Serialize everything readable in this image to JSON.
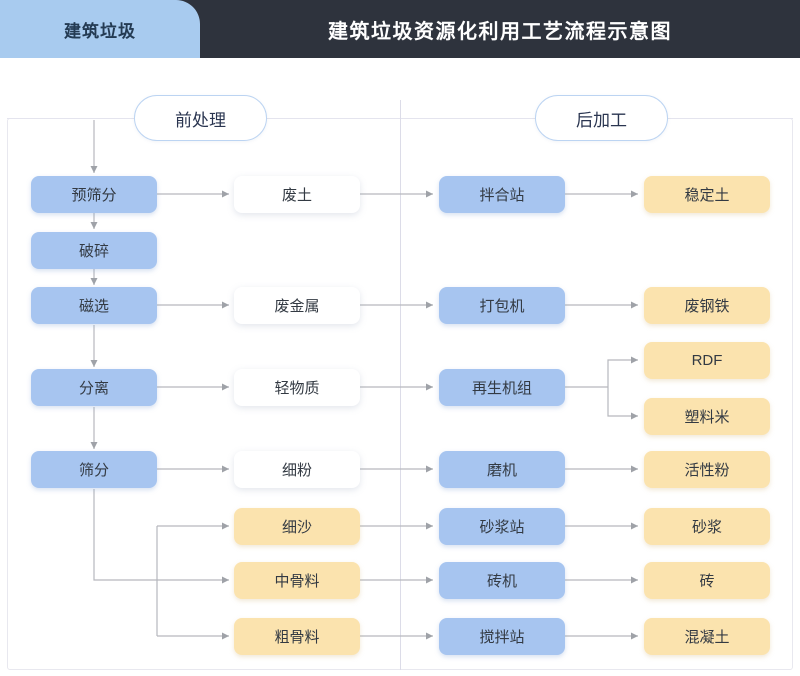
{
  "header": {
    "tab_label": "建筑垃圾",
    "title": "建筑垃圾资源化利用工艺流程示意图",
    "tab_color": "#a8cbef",
    "bar_color": "#2e333d"
  },
  "sections": [
    {
      "label": "前处理"
    },
    {
      "label": "后加工"
    }
  ],
  "palette": {
    "process_blue": "#a7c5f0",
    "material_white": "#ffffff",
    "product_yellow": "#fbe3ae",
    "connector_gray": "#b6b8bd",
    "divider": "#dcdce8"
  },
  "columns": [
    {
      "name": "pre-process-steps",
      "type": "process",
      "color": "#a7c5f0"
    },
    {
      "name": "intermediate-materials",
      "type": "material",
      "color": "#ffffff"
    },
    {
      "name": "post-process-equipment",
      "type": "process",
      "color": "#a7c5f0"
    },
    {
      "name": "final-products",
      "type": "product",
      "color": "#fbe3ae"
    }
  ],
  "nodes": {
    "col1": [
      {
        "id": "pre-screen",
        "label": "预筛分"
      },
      {
        "id": "crush",
        "label": "破碎"
      },
      {
        "id": "magnetic-separation",
        "label": "磁选"
      },
      {
        "id": "separation",
        "label": "分离"
      },
      {
        "id": "screening",
        "label": "筛分"
      }
    ],
    "col2": [
      {
        "id": "waste-soil",
        "label": "废土",
        "style": "white"
      },
      {
        "id": "waste-metal",
        "label": "废金属",
        "style": "white"
      },
      {
        "id": "light-material",
        "label": "轻物质",
        "style": "white"
      },
      {
        "id": "fine-powder",
        "label": "细粉",
        "style": "white"
      },
      {
        "id": "fine-sand",
        "label": "细沙",
        "style": "yellow"
      },
      {
        "id": "medium-aggregate",
        "label": "中骨料",
        "style": "yellow"
      },
      {
        "id": "coarse-aggregate",
        "label": "粗骨料",
        "style": "yellow"
      }
    ],
    "col3": [
      {
        "id": "mixing-station",
        "label": "拌合站"
      },
      {
        "id": "baler",
        "label": "打包机"
      },
      {
        "id": "regeneration-unit",
        "label": "再生机组"
      },
      {
        "id": "mill",
        "label": "磨机"
      },
      {
        "id": "mortar-station",
        "label": "砂浆站"
      },
      {
        "id": "brick-machine",
        "label": "砖机"
      },
      {
        "id": "concrete-station",
        "label": "搅拌站"
      }
    ],
    "col4": [
      {
        "id": "stabilized-soil",
        "label": "稳定土"
      },
      {
        "id": "scrap-steel",
        "label": "废钢铁"
      },
      {
        "id": "rdf",
        "label": "RDF"
      },
      {
        "id": "plastic-pellets",
        "label": "塑料米"
      },
      {
        "id": "active-powder",
        "label": "活性粉"
      },
      {
        "id": "mortar",
        "label": "砂浆"
      },
      {
        "id": "brick",
        "label": "砖"
      },
      {
        "id": "concrete",
        "label": "混凝土"
      }
    ]
  },
  "flow_edges": [
    {
      "from": "建筑垃圾",
      "to": "预筛分"
    },
    {
      "from": "预筛分",
      "to": "破碎"
    },
    {
      "from": "破碎",
      "to": "磁选"
    },
    {
      "from": "磁选",
      "to": "分离"
    },
    {
      "from": "分离",
      "to": "筛分"
    },
    {
      "from": "预筛分",
      "to": "废土"
    },
    {
      "from": "磁选",
      "to": "废金属"
    },
    {
      "from": "分离",
      "to": "轻物质"
    },
    {
      "from": "筛分",
      "to": "细粉"
    },
    {
      "from": "筛分",
      "to": "细沙"
    },
    {
      "from": "筛分",
      "to": "中骨料"
    },
    {
      "from": "筛分",
      "to": "粗骨料"
    },
    {
      "from": "废土",
      "to": "拌合站"
    },
    {
      "from": "废金属",
      "to": "打包机"
    },
    {
      "from": "轻物质",
      "to": "再生机组"
    },
    {
      "from": "细粉",
      "to": "磨机"
    },
    {
      "from": "细沙",
      "to": "砂浆站"
    },
    {
      "from": "中骨料",
      "to": "砖机"
    },
    {
      "from": "粗骨料",
      "to": "搅拌站"
    },
    {
      "from": "拌合站",
      "to": "稳定土"
    },
    {
      "from": "打包机",
      "to": "废钢铁"
    },
    {
      "from": "再生机组",
      "to": "RDF"
    },
    {
      "from": "再生机组",
      "to": "塑料米"
    },
    {
      "from": "磨机",
      "to": "活性粉"
    },
    {
      "from": "砂浆站",
      "to": "砂浆"
    },
    {
      "from": "砖机",
      "to": "砖"
    },
    {
      "from": "搅拌站",
      "to": "混凝土"
    }
  ]
}
